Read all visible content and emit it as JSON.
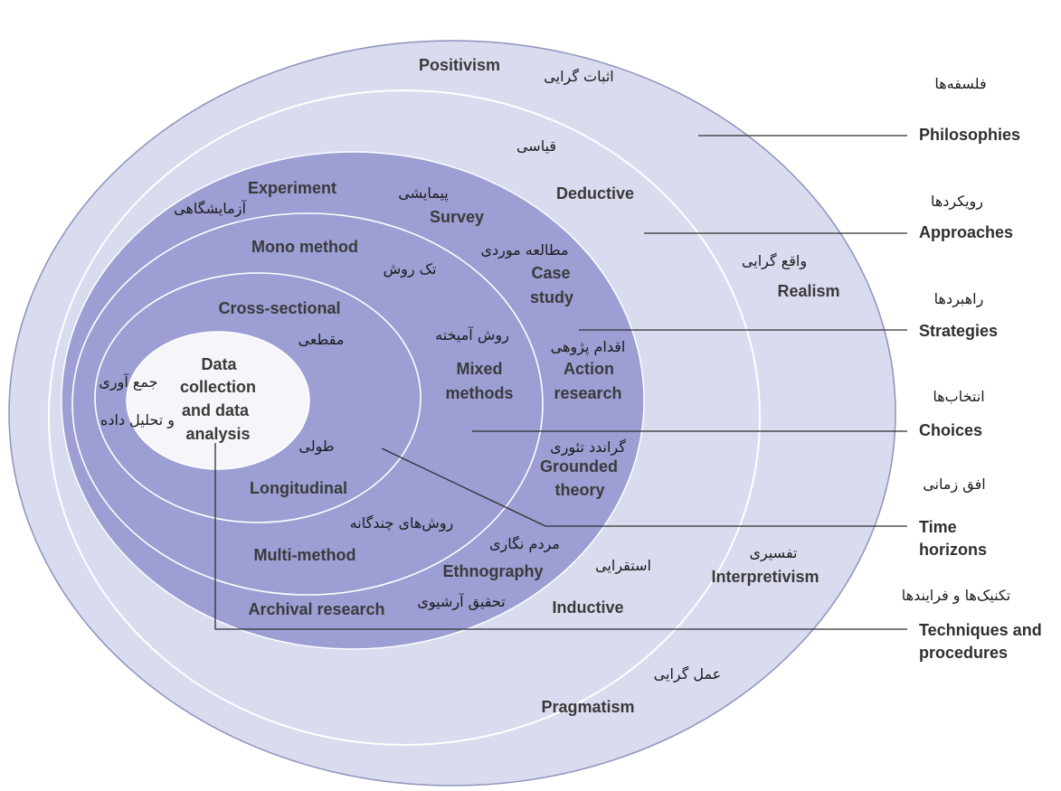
{
  "legend": {
    "philosophies": {
      "en": "Philosophies",
      "fa": "فلسفه‌ها"
    },
    "approaches": {
      "en": "Approaches",
      "fa": "رویکردها"
    },
    "strategies": {
      "en": "Strategies",
      "fa": "راهبردها"
    },
    "choices": {
      "en": "Choices",
      "fa": "انتخاب‌ها"
    },
    "time_horizons": {
      "en": [
        "Time",
        "horizons"
      ],
      "fa": "افق زمانی"
    },
    "techniques_and_procedures": {
      "en": [
        "Techniques and",
        "procedures"
      ],
      "fa": "تکنیک‌ها و فرایندها"
    }
  },
  "philosophies": {
    "positivism": {
      "en": "Positivism",
      "fa": "اثبات گرایی"
    },
    "realism": {
      "en": "Realism",
      "fa": "واقع گرایی"
    },
    "interpretivism": {
      "en": "Interpretivism",
      "fa": "تفسیری"
    },
    "pragmatism": {
      "en": "Pragmatism",
      "fa": "عمل گرایی"
    }
  },
  "approaches": {
    "deductive": {
      "en": "Deductive",
      "fa": "قیاسی"
    },
    "inductive": {
      "en": "Inductive",
      "fa": "استقرایی"
    }
  },
  "strategies": {
    "experiment": {
      "en": "Experiment",
      "fa": "آزمایشگاهی"
    },
    "survey": {
      "en": "Survey",
      "fa": "پیمایشی"
    },
    "case_study": {
      "en": [
        "Case",
        "study"
      ],
      "fa": "مطالعه موردی"
    },
    "action_research": {
      "en": [
        "Action",
        "research"
      ],
      "fa": "اقدام پژوهی"
    },
    "grounded_theory": {
      "en": [
        "Grounded",
        "theory"
      ],
      "fa": "گراندد تئوری"
    },
    "ethnography": {
      "en": "Ethnography",
      "fa": "مردم نگاری"
    },
    "archival_research": {
      "en": "Archival research",
      "fa": "تحقیق آرشیوی"
    }
  },
  "choices": {
    "mono_method": {
      "en": "Mono method",
      "fa": "تک روش"
    },
    "mixed_methods": {
      "en": [
        "Mixed",
        "methods"
      ],
      "fa": "روش آمیخته"
    },
    "multi_method": {
      "en": "Multi-method",
      "fa": "روش‌های چندگانه"
    }
  },
  "time_horizons": {
    "cross_sectional": {
      "en": "Cross-sectional",
      "fa": "مقطعی"
    },
    "longitudinal": {
      "en": "Longitudinal",
      "fa": "طولی"
    }
  },
  "techniques_and_procedures": {
    "data_collection_and_analysis": {
      "en": [
        "Data",
        "collection",
        "and data",
        "analysis"
      ],
      "fa": [
        "جمع آوری",
        "و تحلیل داده"
      ]
    }
  },
  "colors": {
    "outer_rings": "#d9dbef",
    "inner_rings": "#9c9ed4",
    "core": "#f6f6fa",
    "ring_separator": "#ffffff",
    "leader_lines": "#2f2f2f"
  }
}
